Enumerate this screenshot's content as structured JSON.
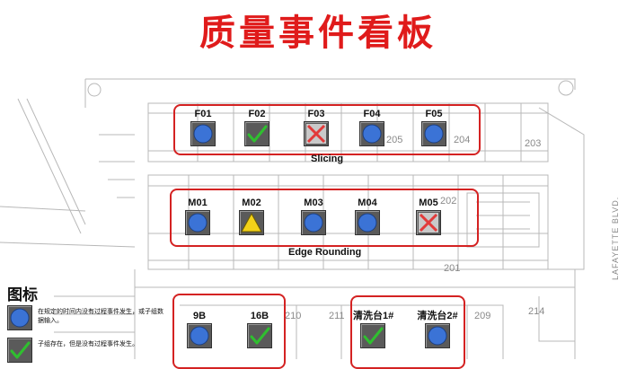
{
  "title": "质量事件看板",
  "groups": [
    {
      "caption": "Slicing",
      "stations": [
        {
          "label": "F01",
          "status": "circle"
        },
        {
          "label": "F02",
          "status": "check"
        },
        {
          "label": "F03",
          "status": "cross"
        },
        {
          "label": "F04",
          "status": "circle"
        },
        {
          "label": "F05",
          "status": "circle"
        }
      ]
    },
    {
      "caption": "Edge Rounding",
      "stations": [
        {
          "label": "M01",
          "status": "circle"
        },
        {
          "label": "M02",
          "status": "triangle"
        },
        {
          "label": "M03",
          "status": "circle"
        },
        {
          "label": "M04",
          "status": "circle"
        },
        {
          "label": "M05",
          "status": "cross"
        }
      ]
    },
    {
      "caption": "",
      "stations": [
        {
          "label": "9B",
          "status": "circle"
        },
        {
          "label": "16B",
          "status": "check"
        }
      ]
    },
    {
      "caption": "",
      "stations": [
        {
          "label": "清洗台1#",
          "status": "check"
        },
        {
          "label": "清洗台2#",
          "status": "circle"
        }
      ]
    }
  ],
  "rooms": [
    "205",
    "204",
    "203",
    "202",
    "201",
    "214",
    "211",
    "210",
    "209"
  ],
  "street": "LAFAYETTE BLVD.",
  "legend": {
    "title": "图标",
    "items": [
      {
        "status": "circle",
        "text": "在规定的时间内没有过程事件发生，或子组数据输入。"
      },
      {
        "status": "check",
        "text": "子组存在，但是没有过程事件发生。"
      }
    ]
  },
  "colors": {
    "title": "#e01b1b",
    "frame": "#d42222",
    "circle": "#3b73d6",
    "check": "#2fbf2f",
    "cross": "#e23a3a",
    "triangle": "#f3d219",
    "tile": "#5a5a5a"
  }
}
